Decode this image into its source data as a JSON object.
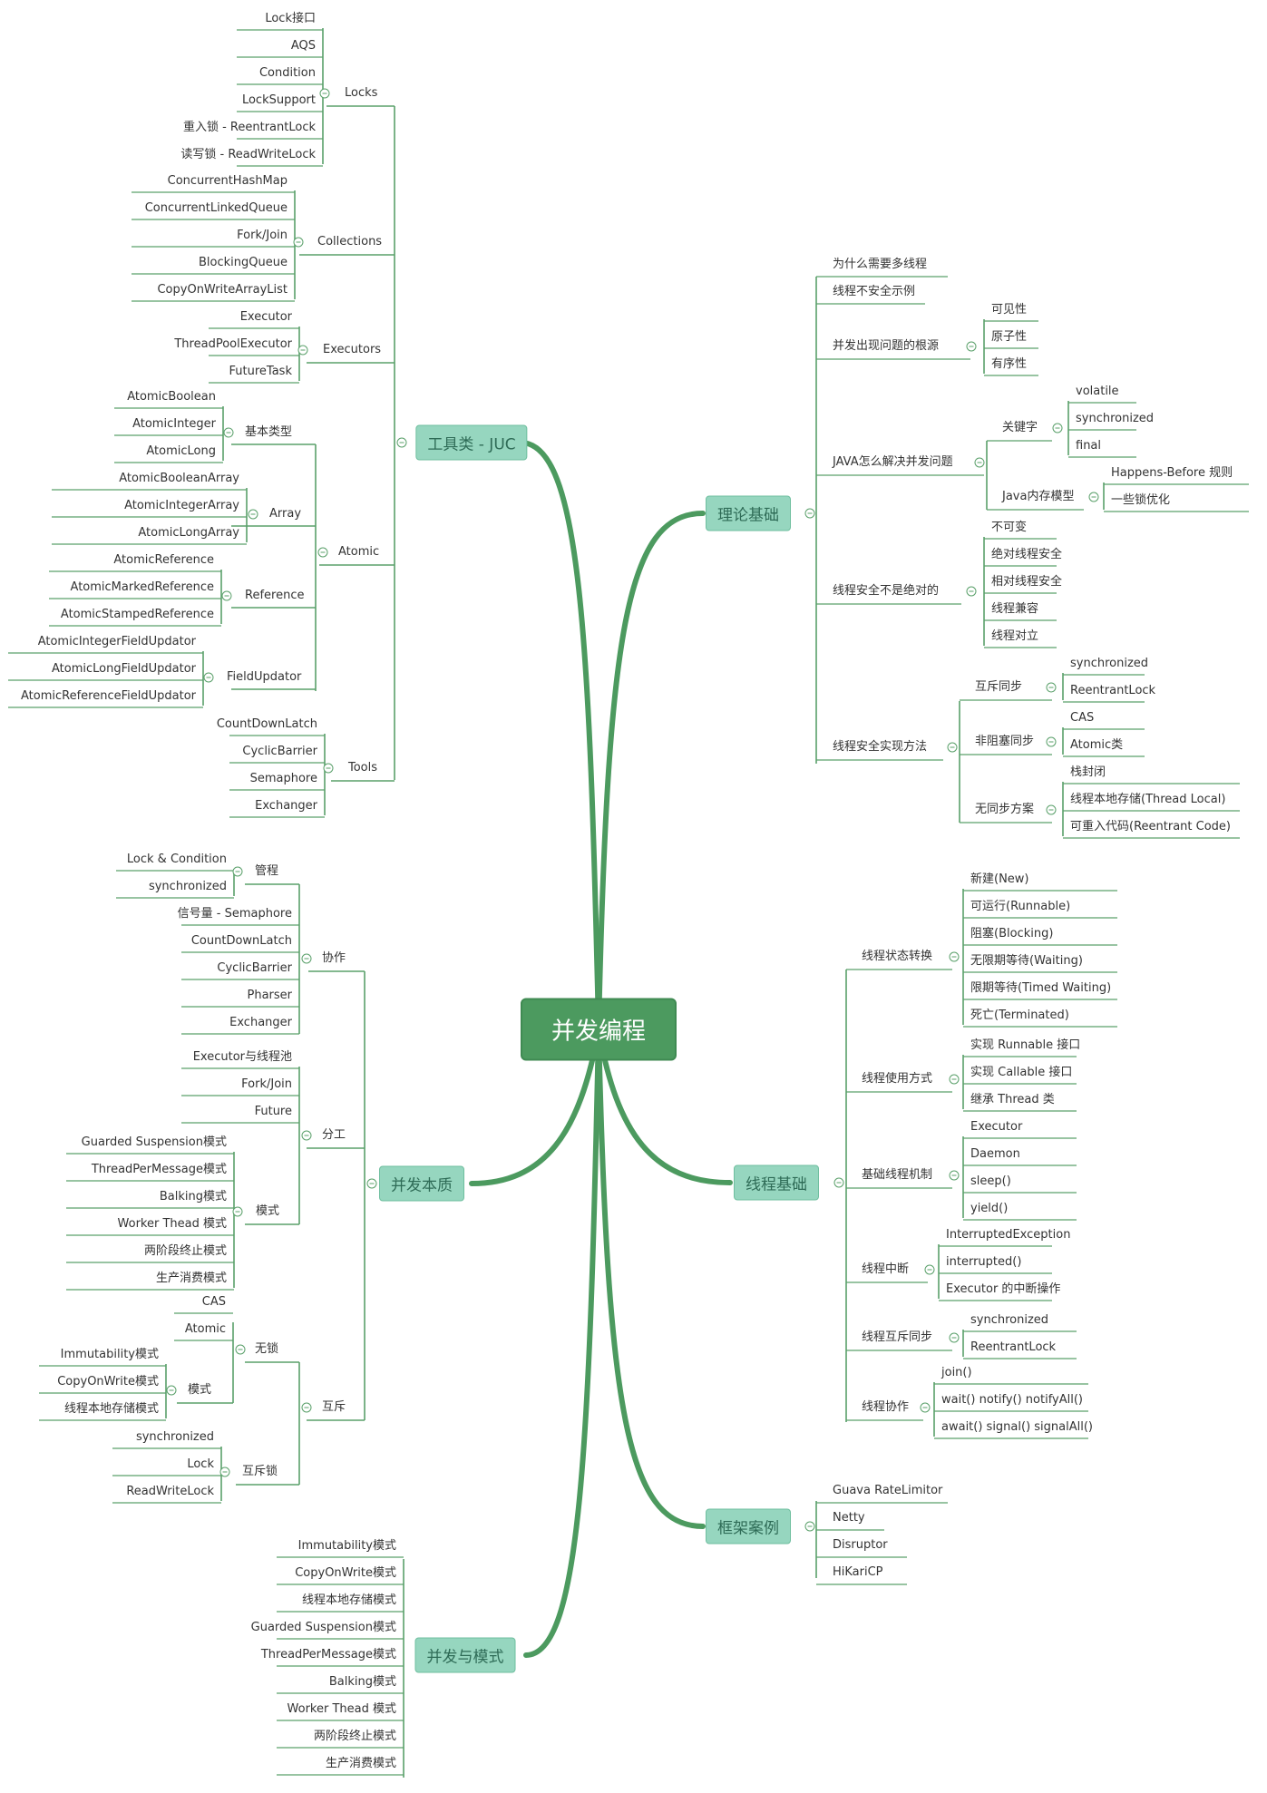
{
  "root": {
    "label": "并发编程"
  },
  "branches": [
    {
      "id": "juc",
      "label": "工具类 - JUC",
      "side": "left",
      "children": [
        {
          "label": "Locks",
          "children": [
            {
              "label": "Lock接口"
            },
            {
              "label": "AQS"
            },
            {
              "label": "Condition"
            },
            {
              "label": "LockSupport"
            },
            {
              "label": "重入锁 - ReentrantLock"
            },
            {
              "label": "读写锁 - ReadWriteLock"
            }
          ]
        },
        {
          "label": "Collections",
          "children": [
            {
              "label": "ConcurrentHashMap"
            },
            {
              "label": "ConcurrentLinkedQueue"
            },
            {
              "label": "Fork/Join"
            },
            {
              "label": "BlockingQueue"
            },
            {
              "label": "CopyOnWriteArrayList"
            }
          ]
        },
        {
          "label": "Executors",
          "children": [
            {
              "label": "Executor"
            },
            {
              "label": "ThreadPoolExecutor"
            },
            {
              "label": "FutureTask"
            }
          ]
        },
        {
          "label": "Atomic",
          "children": [
            {
              "label": "基本类型",
              "children": [
                {
                  "label": "AtomicBoolean"
                },
                {
                  "label": "AtomicInteger"
                },
                {
                  "label": "AtomicLong"
                }
              ]
            },
            {
              "label": "Array",
              "children": [
                {
                  "label": "AtomicBooleanArray"
                },
                {
                  "label": "AtomicIntegerArray"
                },
                {
                  "label": "AtomicLongArray"
                }
              ]
            },
            {
              "label": "Reference",
              "children": [
                {
                  "label": "AtomicReference"
                },
                {
                  "label": "AtomicMarkedReference"
                },
                {
                  "label": "AtomicStampedReference"
                }
              ]
            },
            {
              "label": "FieldUpdator",
              "children": [
                {
                  "label": "AtomicIntegerFieldUpdator"
                },
                {
                  "label": "AtomicLongFieldUpdator"
                },
                {
                  "label": "AtomicReferenceFieldUpdator"
                }
              ]
            }
          ]
        },
        {
          "label": "Tools",
          "children": [
            {
              "label": "CountDownLatch"
            },
            {
              "label": "CyclicBarrier"
            },
            {
              "label": "Semaphore"
            },
            {
              "label": "Exchanger"
            }
          ]
        }
      ]
    },
    {
      "id": "essence",
      "label": "并发本质",
      "side": "left",
      "children": [
        {
          "label": "协作",
          "children": [
            {
              "label": "管程",
              "children": [
                {
                  "label": "Lock & Condition"
                },
                {
                  "label": "synchronized"
                }
              ]
            },
            {
              "label": "信号量 - Semaphore"
            },
            {
              "label": "CountDownLatch"
            },
            {
              "label": "CyclicBarrier"
            },
            {
              "label": "Pharser"
            },
            {
              "label": "Exchanger"
            }
          ]
        },
        {
          "label": "分工",
          "children": [
            {
              "label": "Executor与线程池"
            },
            {
              "label": "Fork/Join"
            },
            {
              "label": "Future"
            },
            {
              "label": "模式",
              "children": [
                {
                  "label": "Guarded Suspension模式"
                },
                {
                  "label": "ThreadPerMessage模式"
                },
                {
                  "label": "Balking模式"
                },
                {
                  "label": "Worker Thead 模式"
                },
                {
                  "label": "两阶段终止模式"
                },
                {
                  "label": "生产消费模式"
                }
              ]
            }
          ]
        },
        {
          "label": "互斥",
          "children": [
            {
              "label": "无锁",
              "children": [
                {
                  "label": "CAS"
                },
                {
                  "label": "Atomic"
                },
                {
                  "label": "模式",
                  "children": [
                    {
                      "label": "Immutability模式"
                    },
                    {
                      "label": "CopyOnWrite模式"
                    },
                    {
                      "label": "线程本地存储模式"
                    }
                  ]
                }
              ]
            },
            {
              "label": "互斥锁",
              "children": [
                {
                  "label": "synchronized"
                },
                {
                  "label": "Lock"
                },
                {
                  "label": "ReadWriteLock"
                }
              ]
            }
          ]
        }
      ]
    },
    {
      "id": "patterns",
      "label": "并发与模式",
      "side": "left",
      "children": [
        {
          "label": "Immutability模式"
        },
        {
          "label": "CopyOnWrite模式"
        },
        {
          "label": "线程本地存储模式"
        },
        {
          "label": "Guarded Suspension模式"
        },
        {
          "label": "ThreadPerMessage模式"
        },
        {
          "label": "Balking模式"
        },
        {
          "label": "Worker Thead 模式"
        },
        {
          "label": "两阶段终止模式"
        },
        {
          "label": "生产消费模式"
        }
      ]
    },
    {
      "id": "theory",
      "label": "理论基础",
      "side": "right",
      "children": [
        {
          "label": "为什么需要多线程"
        },
        {
          "label": "线程不安全示例"
        },
        {
          "label": "并发出现问题的根源",
          "children": [
            {
              "label": "可见性"
            },
            {
              "label": "原子性"
            },
            {
              "label": "有序性"
            }
          ]
        },
        {
          "label": "JAVA怎么解决并发问题",
          "children": [
            {
              "label": "关键字",
              "children": [
                {
                  "label": "volatile"
                },
                {
                  "label": "synchronized"
                },
                {
                  "label": "final"
                }
              ]
            },
            {
              "label": "Java内存模型",
              "children": [
                {
                  "label": "Happens-Before 规则"
                },
                {
                  "label": "一些锁优化"
                }
              ]
            }
          ]
        },
        {
          "label": "线程安全不是绝对的",
          "children": [
            {
              "label": "不可变"
            },
            {
              "label": "绝对线程安全"
            },
            {
              "label": "相对线程安全"
            },
            {
              "label": "线程兼容"
            },
            {
              "label": "线程对立"
            }
          ]
        },
        {
          "label": "线程安全实现方法",
          "children": [
            {
              "label": "互斥同步",
              "children": [
                {
                  "label": "synchronized"
                },
                {
                  "label": "ReentrantLock"
                }
              ]
            },
            {
              "label": "非阻塞同步",
              "children": [
                {
                  "label": "CAS"
                },
                {
                  "label": "Atomic类"
                }
              ]
            },
            {
              "label": "无同步方案",
              "children": [
                {
                  "label": "栈封闭"
                },
                {
                  "label": "线程本地存储(Thread Local)"
                },
                {
                  "label": "可重入代码(Reentrant Code)"
                }
              ]
            }
          ]
        }
      ]
    },
    {
      "id": "thread",
      "label": "线程基础",
      "side": "right",
      "children": [
        {
          "label": "线程状态转换",
          "children": [
            {
              "label": "新建(New)"
            },
            {
              "label": "可运行(Runnable)"
            },
            {
              "label": "阻塞(Blocking)"
            },
            {
              "label": "无限期等待(Waiting)"
            },
            {
              "label": "限期等待(Timed Waiting)"
            },
            {
              "label": "死亡(Terminated)"
            }
          ]
        },
        {
          "label": "线程使用方式",
          "children": [
            {
              "label": "实现 Runnable 接口"
            },
            {
              "label": "实现 Callable 接口"
            },
            {
              "label": "继承 Thread 类"
            }
          ]
        },
        {
          "label": "基础线程机制",
          "children": [
            {
              "label": "Executor"
            },
            {
              "label": "Daemon"
            },
            {
              "label": "sleep()"
            },
            {
              "label": "yield()"
            }
          ]
        },
        {
          "label": "线程中断",
          "children": [
            {
              "label": "InterruptedException"
            },
            {
              "label": "interrupted()"
            },
            {
              "label": "Executor 的中断操作"
            }
          ]
        },
        {
          "label": "线程互斥同步",
          "children": [
            {
              "label": "synchronized"
            },
            {
              "label": "ReentrantLock"
            }
          ]
        },
        {
          "label": "线程协作",
          "children": [
            {
              "label": "join()"
            },
            {
              "label": "wait() notify() notifyAll()"
            },
            {
              "label": "await() signal() signalAll()"
            }
          ]
        }
      ]
    },
    {
      "id": "framework",
      "label": "框架案例",
      "side": "right",
      "children": [
        {
          "label": "Guava RateLimitor"
        },
        {
          "label": "Netty"
        },
        {
          "label": "Disruptor"
        },
        {
          "label": "HiKariCP"
        }
      ]
    }
  ],
  "colors": {
    "line": "#5aa06a",
    "trunk": "#4c9a5f",
    "box_fill": "#96d6bf",
    "center_fill": "#4c9a5f"
  }
}
